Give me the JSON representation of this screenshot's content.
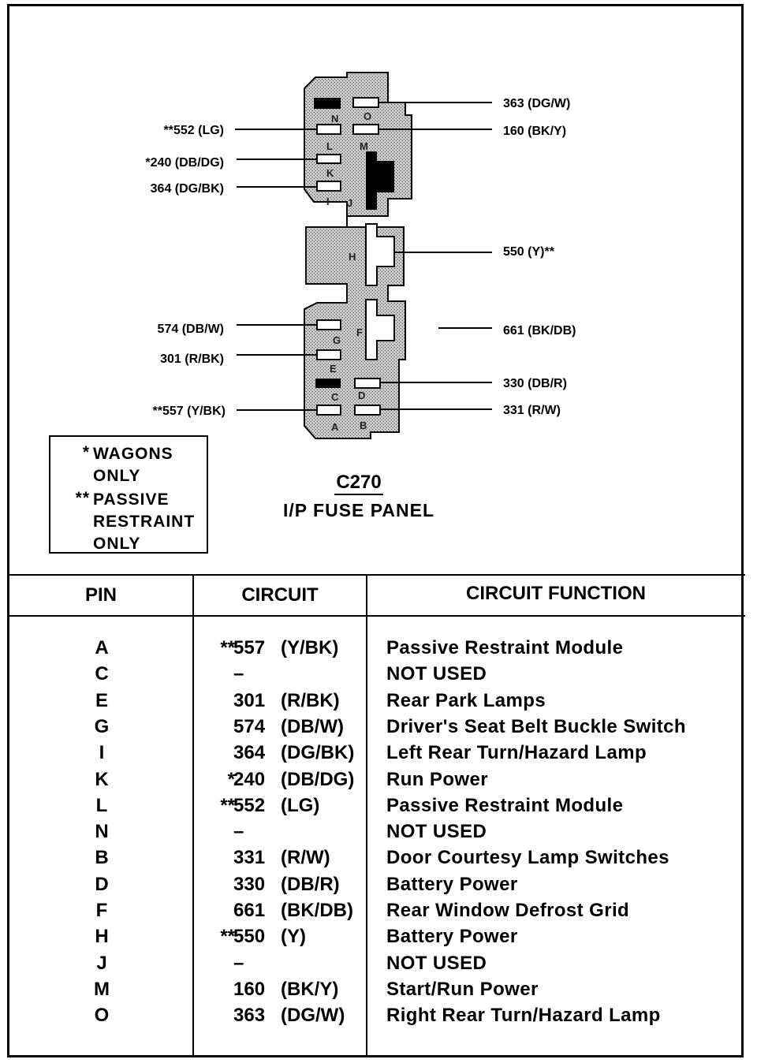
{
  "connector": {
    "name": "C270",
    "description": "I/P FUSE PANEL"
  },
  "legend": [
    {
      "mark": "*",
      "text": "WAGONS ONLY"
    },
    {
      "mark": "**",
      "text": "PASSIVE RESTRAINT ONLY"
    }
  ],
  "callouts": {
    "left": [
      {
        "pin": "L",
        "label": "**552 (LG)"
      },
      {
        "pin": "K",
        "label": "*240 (DB/DG)"
      },
      {
        "pin": "I",
        "label": "364 (DG/BK)"
      },
      {
        "pin": "G",
        "label": "574 (DB/W)"
      },
      {
        "pin": "E",
        "label": "301 (R/BK)"
      },
      {
        "pin": "A",
        "label": "**557 (Y/BK)"
      }
    ],
    "right": [
      {
        "pin": "O",
        "label": "363 (DG/W)"
      },
      {
        "pin": "M",
        "label": "160 (BK/Y)"
      },
      {
        "pin": "H",
        "label": "550 (Y)**"
      },
      {
        "pin": "F",
        "label": "661 (BK/DB)"
      },
      {
        "pin": "D",
        "label": "330 (DB/R)"
      },
      {
        "pin": "B",
        "label": "331 (R/W)"
      }
    ]
  },
  "pin_letters": [
    "N",
    "O",
    "L",
    "M",
    "K",
    "I",
    "J",
    "H",
    "G",
    "F",
    "E",
    "C",
    "D",
    "A",
    "B"
  ],
  "table": {
    "headers": {
      "pin": "PIN",
      "circuit": "CIRCUIT",
      "function": "CIRCUIT FUNCTION"
    },
    "rows": [
      {
        "pin": "A",
        "mark": "**",
        "circuit": "557",
        "color": "(Y/BK)",
        "function": "Passive Restraint Module"
      },
      {
        "pin": "C",
        "mark": "",
        "circuit": "–",
        "color": "",
        "function": "NOT USED"
      },
      {
        "pin": "E",
        "mark": "",
        "circuit": "301",
        "color": "(R/BK)",
        "function": "Rear Park Lamps"
      },
      {
        "pin": "G",
        "mark": "",
        "circuit": "574",
        "color": "(DB/W)",
        "function": "Driver's Seat Belt Buckle Switch"
      },
      {
        "pin": "I",
        "mark": "",
        "circuit": "364",
        "color": "(DG/BK)",
        "function": "Left Rear Turn/Hazard Lamp"
      },
      {
        "pin": "K",
        "mark": "*",
        "circuit": "240",
        "color": "(DB/DG)",
        "function": "Run Power"
      },
      {
        "pin": "L",
        "mark": "**",
        "circuit": "552",
        "color": "(LG)",
        "function": "Passive Restraint Module"
      },
      {
        "pin": "N",
        "mark": "",
        "circuit": "–",
        "color": "",
        "function": "NOT USED"
      },
      {
        "pin": "B",
        "mark": "",
        "circuit": "331",
        "color": "(R/W)",
        "function": "Door Courtesy Lamp Switches"
      },
      {
        "pin": "D",
        "mark": "",
        "circuit": "330",
        "color": "(DB/R)",
        "function": "Battery Power"
      },
      {
        "pin": "F",
        "mark": "",
        "circuit": "661",
        "color": "(BK/DB)",
        "function": "Rear Window Defrost Grid"
      },
      {
        "pin": "H",
        "mark": "**",
        "circuit": "550",
        "color": "(Y)",
        "function": "Battery Power"
      },
      {
        "pin": "J",
        "mark": "",
        "circuit": "–",
        "color": "",
        "function": "NOT USED"
      },
      {
        "pin": "M",
        "mark": "",
        "circuit": "160",
        "color": "(BK/Y)",
        "function": "Start/Run Power"
      },
      {
        "pin": "O",
        "mark": "",
        "circuit": "363",
        "color": "(DG/W)",
        "function": "Right Rear Turn/Hazard Lamp"
      }
    ]
  }
}
